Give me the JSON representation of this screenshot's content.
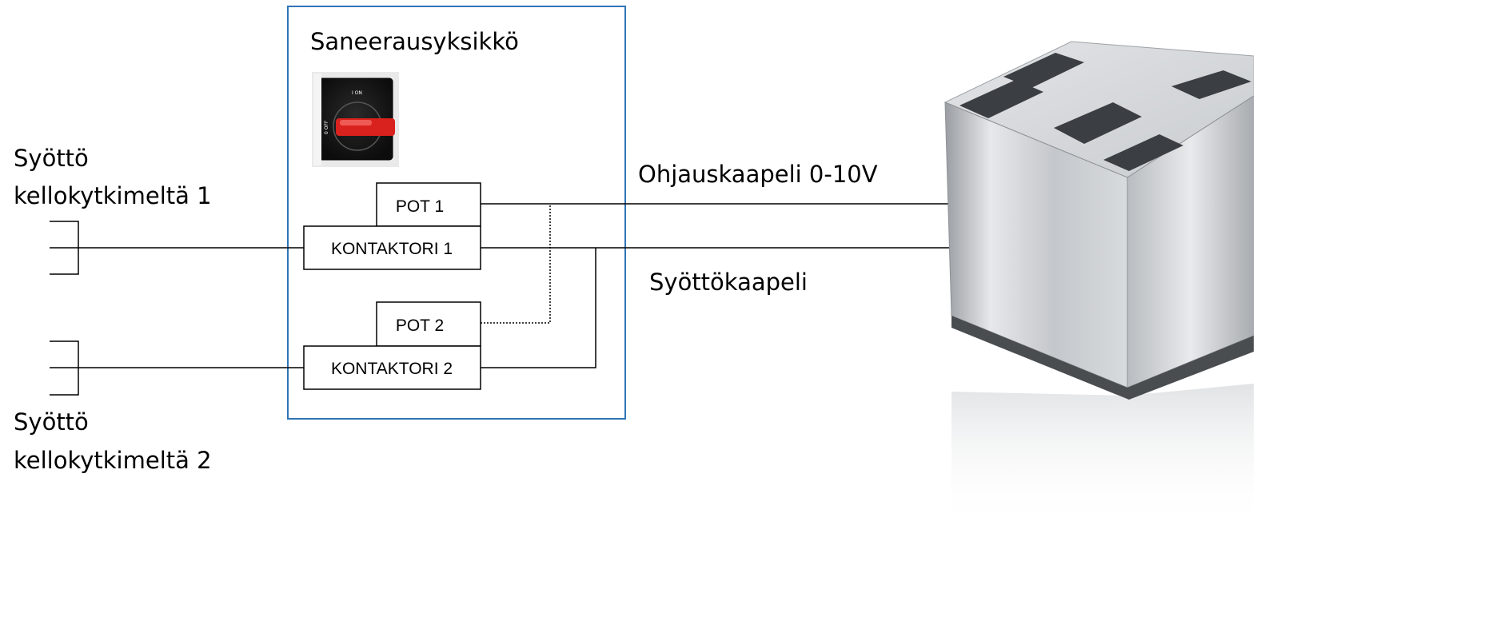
{
  "unit_title": "Saneerausyksikkö",
  "feed1": {
    "line1": "Syöttö",
    "line2": "kellokytkimeltä 1"
  },
  "feed2": {
    "line1": "Syöttö",
    "line2": "kellokytkimeltä 2"
  },
  "pot1": "POT 1",
  "pot2": "POT 2",
  "contactor1": "KONTAKTORI 1",
  "contactor2": "KONTAKTORI 2",
  "control_cable": "Ohjauskaapeli 0-10V",
  "supply_cable": "Syöttökaapeli",
  "switch_on_mark": "I ON",
  "switch_off_mark": "0 OFF",
  "colors": {
    "unit_border": "#2e75b6",
    "switch_handle": "#d9211d",
    "wire": "#000000"
  }
}
